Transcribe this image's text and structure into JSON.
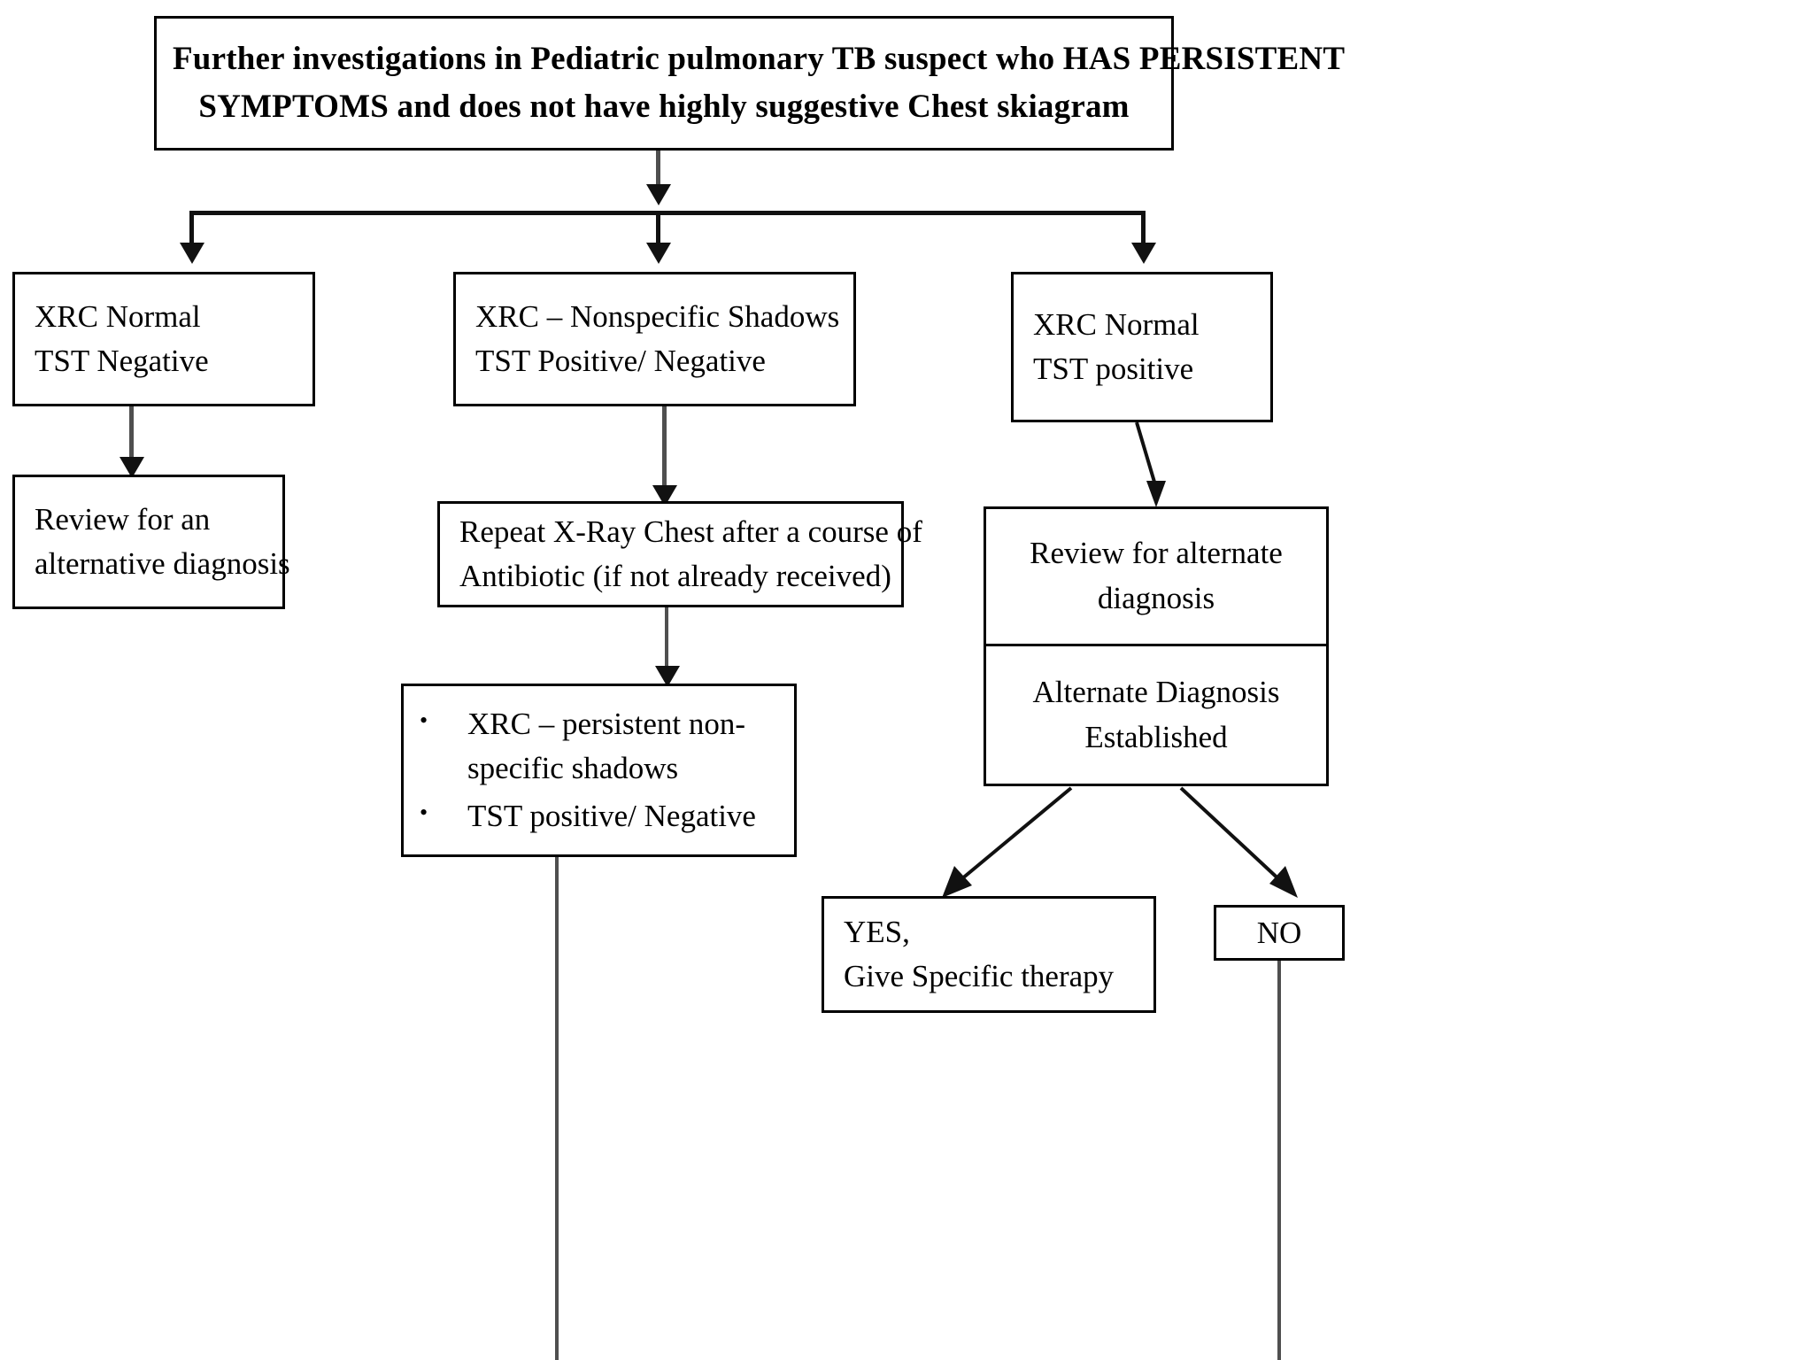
{
  "diagram": {
    "type": "flowchart",
    "title_box": {
      "line1": "Further investigations in Pediatric pulmonary TB suspect who HAS PERSISTENT",
      "line2": "SYMPTOMS and does not have highly suggestive Chest skiagram"
    },
    "branch_left": {
      "line1": "XRC Normal",
      "line2": "TST Negative"
    },
    "branch_left_outcome": {
      "line1": "Review for an",
      "line2": "alternative diagnosis"
    },
    "branch_middle": {
      "line1": "XRC – Nonspecific Shadows",
      "line2": "TST   Positive/ Negative"
    },
    "branch_middle_step2": {
      "line1": "Repeat X-Ray Chest after a course of",
      "line2": "Antibiotic (if not already received)"
    },
    "branch_middle_step3": {
      "bullets": [
        {
          "marker": "•",
          "line1": "XRC – persistent  non-",
          "line2": "specific shadows"
        },
        {
          "marker": "•",
          "line1": "TST  positive/ Negative",
          "line2": ""
        }
      ]
    },
    "branch_right": {
      "line1": "XRC Normal",
      "line2": "TST  positive"
    },
    "branch_right_review": {
      "line1": "Review for alternate",
      "line2": "diagnosis"
    },
    "branch_right_established": {
      "line1": "Alternate Diagnosis",
      "line2": "Established"
    },
    "outcome_yes": {
      "line1": "YES,",
      "line2": "Give Specific therapy"
    },
    "outcome_no": {
      "line1": "NO"
    },
    "colors": {
      "border": "#000000",
      "connector": "#111111",
      "connector_grey": "#4f4f4f",
      "background": "#ffffff",
      "text": "#000000"
    }
  }
}
